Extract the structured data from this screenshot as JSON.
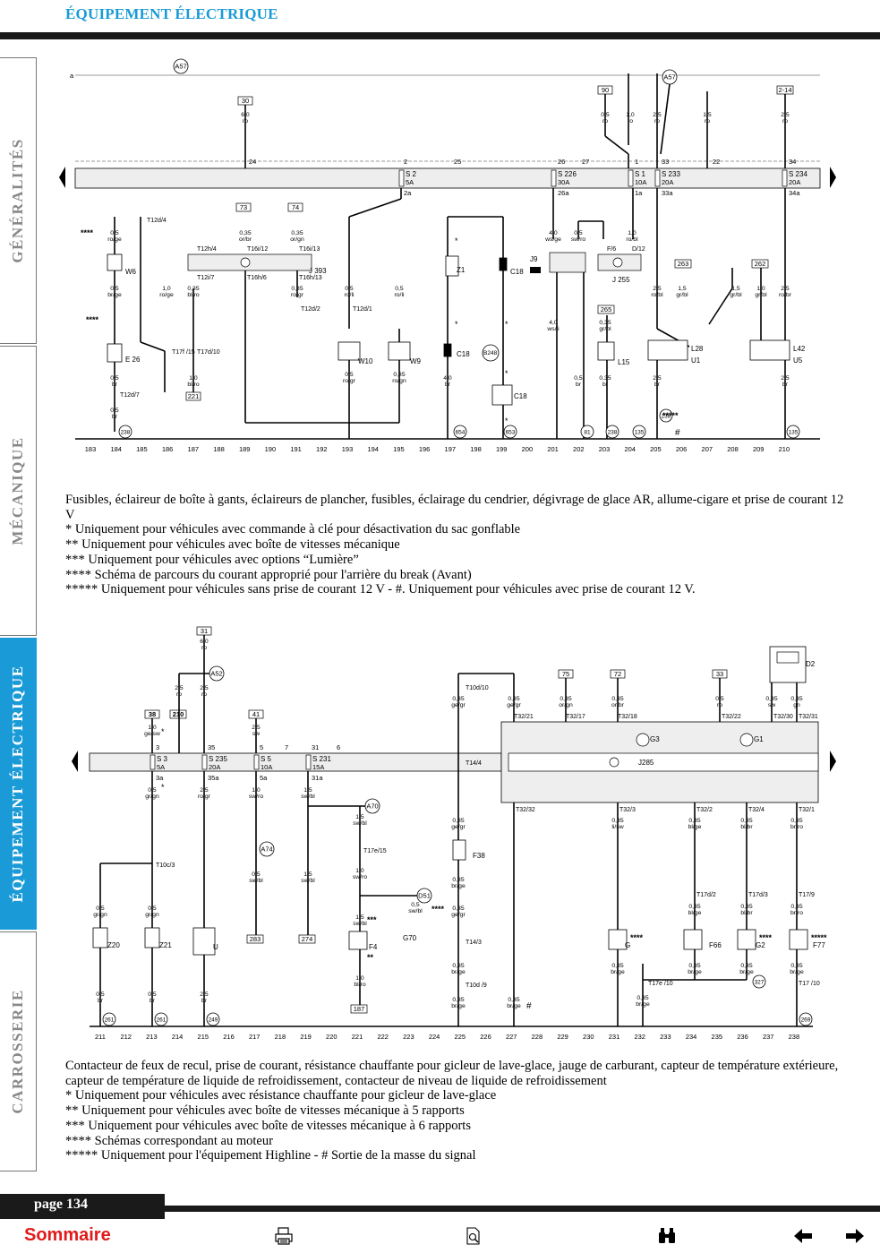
{
  "header": {
    "title": "ÉQUIPEMENT ÉLECTRIQUE"
  },
  "side_tabs": [
    {
      "label": "GÉNÉRALITÉS",
      "active": false
    },
    {
      "label": "MÉCANIQUE",
      "active": false
    },
    {
      "label": "ÉQUIPEMENT ÉLECTRIQUE",
      "active": true
    },
    {
      "label": "CARROSSERIE",
      "active": false
    }
  ],
  "diagram1": {
    "grid": [
      "183",
      "184",
      "185",
      "186",
      "187",
      "188",
      "189",
      "190",
      "191",
      "192",
      "193",
      "194",
      "195",
      "196",
      "197",
      "198",
      "199",
      "200",
      "201",
      "202",
      "203",
      "204",
      "205",
      "206",
      "207",
      "208",
      "209",
      "210"
    ],
    "feed_boxes": [
      "30",
      "90",
      "2-14",
      "73",
      "74",
      "263",
      "262",
      "265",
      "221"
    ],
    "fuses": [
      {
        "name": "S 2",
        "rating": "5A",
        "in": "2",
        "out": "2a"
      },
      {
        "name": "S 226",
        "rating": "30A",
        "in": "26",
        "out": "26a"
      },
      {
        "name": "S 1",
        "rating": "10A",
        "in": "1",
        "out": "1a"
      },
      {
        "name": "S 233",
        "rating": "20A",
        "in": "33",
        "out": "33a"
      },
      {
        "name": "S 234",
        "rating": "20A",
        "in": "34",
        "out": "34a"
      }
    ],
    "components": [
      "W6",
      "E 26",
      "J 393",
      "W10",
      "W9",
      "Z1",
      "C18",
      "J9",
      "B248",
      "C18",
      "J 255",
      "L15",
      "L28",
      "U1",
      "L42",
      "U5"
    ],
    "connectors": [
      "T12d/4",
      "T12h/4",
      "T16i/12",
      "T16i/13",
      "T12i/7",
      "T16h/6",
      "T16h/13",
      "T12d/2",
      "T12d/1",
      "T17f /15",
      "T17d/10",
      "T12d/7",
      "F/6",
      "D/12"
    ],
    "wires": [
      "6,0 ro",
      "0,5 ro",
      "1,0 ro",
      "2,5 ro",
      "1,5 ro",
      "2,5 ro",
      "0,5 ro/ge",
      "0,5 br/ge",
      "1,0 ro/ge",
      "0,35 bl/ro",
      "0,35 or/br",
      "0,35 or/gn",
      "0,35 ro/gr",
      "0,5 ro/li",
      "0,5 ro/li",
      "4,0 ws/ge",
      "0,5 sw/ro",
      "1,0 ro/bl",
      "2,5 ro/bl",
      "1,5 gr/bl",
      "1,5 gr/bl",
      "1,0 gr/bl",
      "2,5 ro/br",
      "0,35 gr/bl",
      "4,0 ws/li",
      "0,5 br",
      "0,35 br",
      "2,5 br",
      "2,5 br",
      "1,0 bl/ro",
      "0,5 br",
      "0,5 br",
      "0,5 ro/gr",
      "0,35 ro/gn",
      "4,0 br"
    ],
    "ground_refs": [
      "238",
      "654",
      "653",
      "81",
      "238",
      "135",
      "238",
      "135"
    ],
    "top_refs": [
      "A57",
      "A57"
    ],
    "labels": [
      "a",
      "24",
      "25",
      "27",
      "22",
      "****",
      "****",
      "*****",
      "#",
      "*"
    ]
  },
  "caption1": {
    "title": "Fusibles, éclaireur de boîte à gants, éclaireurs de plancher, fusibles, éclairage du cendrier, dégivrage de glace AR, allume-cigare et prise de courant 12 V",
    "notes": [
      "* Uniquement pour véhicules avec commande à clé pour désactivation du sac gonflable",
      "** Uniquement pour véhicules avec boîte de vitesses mécanique",
      "*** Uniquement pour véhicules avec options “Lumière”",
      "**** Schéma de parcours du courant approprié pour l'arrière du break (Avant)",
      "***** Uniquement pour véhicules sans prise de courant 12 V - #. Uniquement pour véhicules avec prise de courant 12 V."
    ]
  },
  "diagram2": {
    "grid": [
      "211",
      "212",
      "213",
      "214",
      "215",
      "216",
      "217",
      "218",
      "219",
      "220",
      "221",
      "222",
      "223",
      "224",
      "225",
      "226",
      "227",
      "228",
      "229",
      "230",
      "231",
      "232",
      "233",
      "234",
      "235",
      "236",
      "237",
      "238"
    ],
    "feed_boxes": [
      "31",
      "38",
      "210",
      "41",
      "283",
      "274",
      "187",
      "75",
      "72",
      "33"
    ],
    "fuses": [
      {
        "name": "S 3",
        "rating": "5A",
        "in": "3",
        "out": "3a"
      },
      {
        "name": "S 235",
        "rating": "20A",
        "in": "35",
        "out": "35a"
      },
      {
        "name": "S 5",
        "rating": "10A",
        "in": "5",
        "out": "5a"
      },
      {
        "name": "S 231",
        "rating": "15A",
        "in": "31",
        "out": "31a"
      }
    ],
    "components": [
      "Z20",
      "Z21",
      "U",
      "F4",
      "G70",
      "F38",
      "G3",
      "G1",
      "J285",
      "G",
      "F66",
      "G2",
      "F77",
      "D2"
    ],
    "connectors": [
      "T10d/10",
      "T32/21",
      "T32/17",
      "T32/18",
      "T32/22",
      "T32/30",
      "T32/31",
      "T32/32",
      "T32/3",
      "T32/2",
      "T32/4",
      "T32/1",
      "T14/4",
      "T14/3",
      "T10c/3",
      "T17e/15",
      "T10d /9",
      "T17e /10",
      "T17d/2",
      "T17d/3",
      "T17/9",
      "T17 /10"
    ],
    "wires": [
      "6,0 ro",
      "2,5 ro",
      "2,5 ro",
      "1,0 ge/sw",
      "2,5 sw",
      "0,5 gr/gn",
      "2,5 ro/gr",
      "1,0 sw/ro",
      "1,5 sw/bl",
      "1,5 sw/bl",
      "1,0 sw/ro",
      "0,5 sw/bl",
      "1,5 sw/bl",
      "1,5 sw/bl",
      "0,5 sw/bl",
      "0,5 gr/gn",
      "0,5 gr/gn",
      "0,5 br",
      "0,5 br",
      "2,5 br",
      "1,0 bl/ro",
      "0,35 ge/gr",
      "0,35 ge/gr",
      "0,35 or/gn",
      "0,35 or/br",
      "0,5 ro",
      "0,35 sw",
      "0,35 gn",
      "0,35 ge/gr",
      "0,35 ge/gr",
      "0,35 br/ge",
      "0,35 br/ge",
      "0,35 br/ge",
      "0,35 br/ge",
      "0,35 li/sw",
      "0,35 bl/ge",
      "0,35 bl/br",
      "0,35 br/ro",
      "0,35 bl/ge",
      "0,35 bl/br",
      "0,35 br/ro",
      "0,35 br/ge",
      "0,35 br/ge",
      "0,35 br/ge",
      "0,35 br/ge",
      "0,35 br/ge"
    ],
    "ground_refs": [
      "261",
      "261",
      "249",
      "327",
      "269"
    ],
    "top_refs": [
      "A52",
      "A70",
      "A74",
      "D51"
    ],
    "labels": [
      "*",
      "**",
      "***",
      "****",
      "*****",
      "#",
      "7",
      "6"
    ]
  },
  "caption2": {
    "title": "Contacteur de feux de recul, prise de courant, résistance chauffante pour gicleur de lave-glace, jauge de carburant, capteur de température extérieure, capteur de température de liquide de refroidissement, contacteur de niveau de liquide de refroidissement",
    "notes": [
      "* Uniquement pour véhicules avec résistance chauffante pour gicleur de lave-glace",
      "** Uniquement pour véhicules avec boîte de vitesses mécanique à 5 rapports",
      "*** Uniquement pour véhicules avec boîte de vitesses mécanique à 6 rapports",
      "**** Schémas correspondant au moteur",
      "***** Uniquement pour l'équipement Highline - # Sortie de la masse du signal"
    ]
  },
  "footer": {
    "page": "page 134",
    "sommaire": "Sommaire",
    "icons": [
      "print-icon",
      "document-icon",
      "binoculars-icon",
      "back-arrow-icon",
      "forward-arrow-icon"
    ]
  },
  "colors": {
    "accent": "#1a9bd7",
    "sommaire": "#e01b1b",
    "rule": "#1a1a1a"
  }
}
